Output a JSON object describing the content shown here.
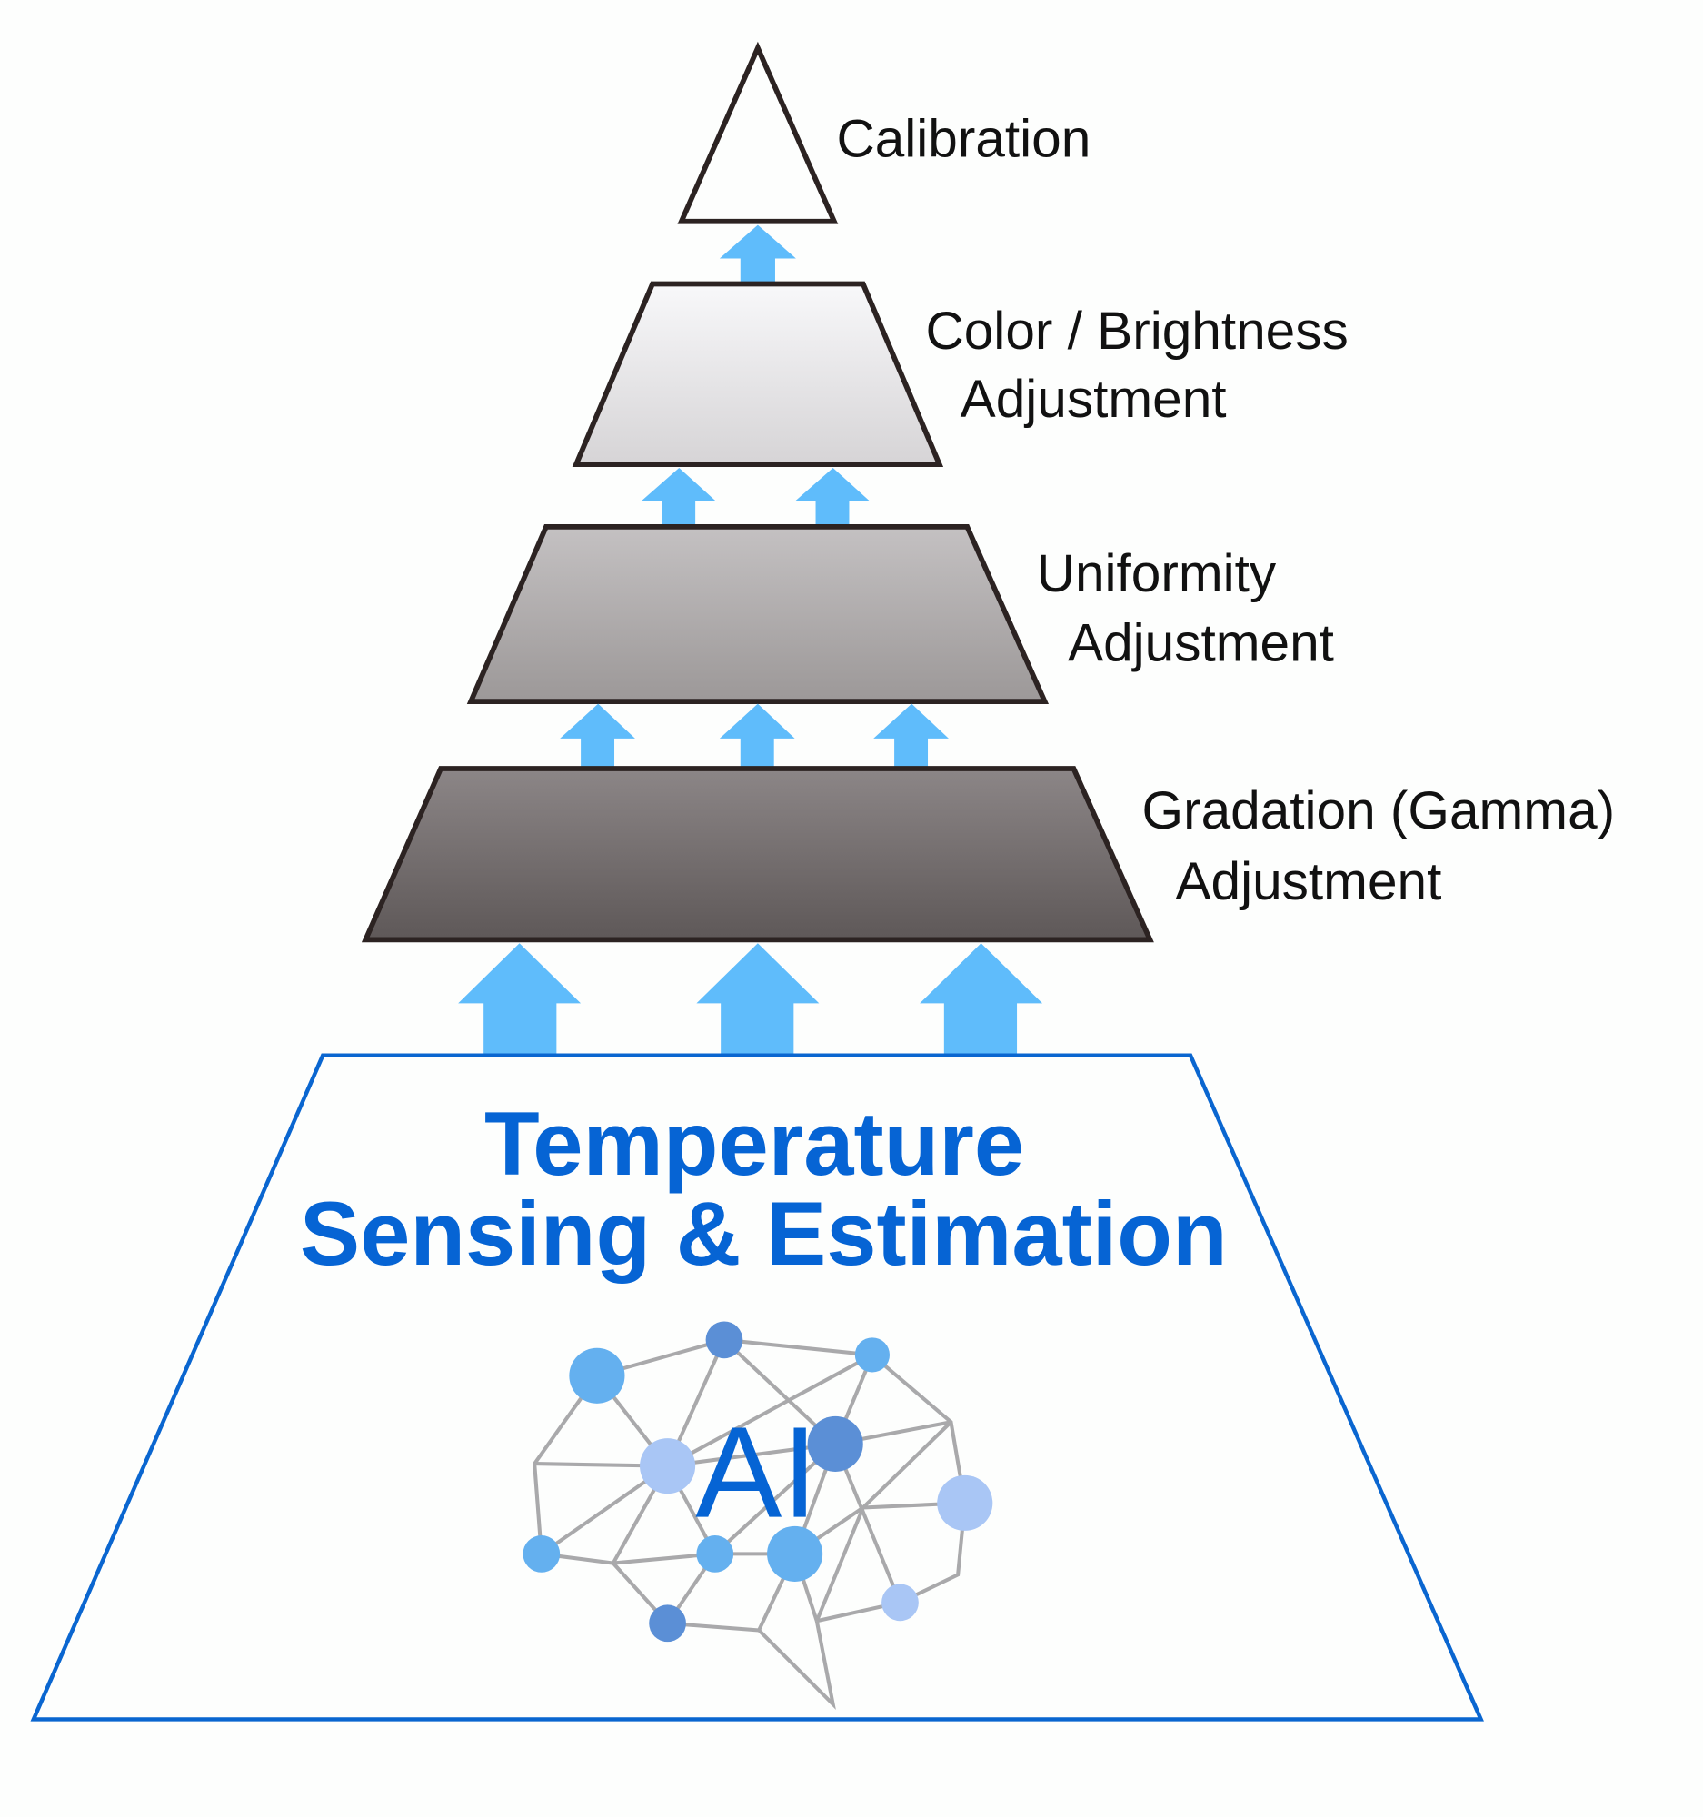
{
  "title": "Display calibration pyramid built on AI temperature sensing",
  "colors": {
    "arrow": "#5fbcfb",
    "outline": "#2c2322",
    "base_outline": "#0a66d0",
    "base_text": "#0664d4",
    "node_light": "#64b0ef",
    "node_dark": "#5b8fd6",
    "node_pale": "#a9c6f5",
    "network_edge": "#a9a9ab"
  },
  "tiers": [
    {
      "id": "calibration",
      "lines": [
        "Calibration"
      ],
      "arrows_below": 1
    },
    {
      "id": "color-brightness",
      "lines": [
        "Color / Brightness",
        "Adjustment"
      ],
      "arrows_below": 2
    },
    {
      "id": "uniformity",
      "lines": [
        "Uniformity",
        "Adjustment"
      ],
      "arrows_below": 3
    },
    {
      "id": "gradation",
      "lines": [
        "Gradation (Gamma)",
        "Adjustment"
      ],
      "arrows_below": 3
    }
  ],
  "base": {
    "title_lines": [
      "Temperature",
      "Sensing & Estimation"
    ],
    "ai_label": "AI",
    "icon": "brain-network-icon"
  }
}
